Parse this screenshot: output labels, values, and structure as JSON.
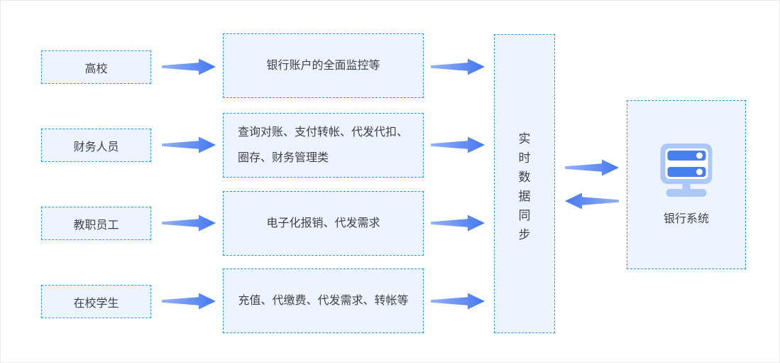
{
  "colors": {
    "accent-border": "#2499f5",
    "box-fill": "#eef4fd",
    "arrow-head": "#4478f1",
    "arrow-tail": "#93b1f6",
    "icon-light": "#abc8f8",
    "icon-dark": "#4680f0",
    "text": "#3f4247"
  },
  "rows": [
    {
      "actor": "高校",
      "services": [
        "银行账户的全面监控等"
      ]
    },
    {
      "actor": "财务人员",
      "services": [
        "查询对账、支付转帐、代发代扣、",
        "圈存、财务管理类"
      ]
    },
    {
      "actor": "教职员工",
      "services": [
        "电子化报销、代发需求"
      ]
    },
    {
      "actor": "在校学生",
      "services": [
        "充值、代缴费、代发需求、转帐等"
      ]
    }
  ],
  "sync_channel": {
    "label": "实时数据同步",
    "chars": [
      "实",
      "时",
      "数",
      "据",
      "同",
      "步"
    ]
  },
  "bank": {
    "label": "银行系统",
    "icon": "server-icon"
  }
}
